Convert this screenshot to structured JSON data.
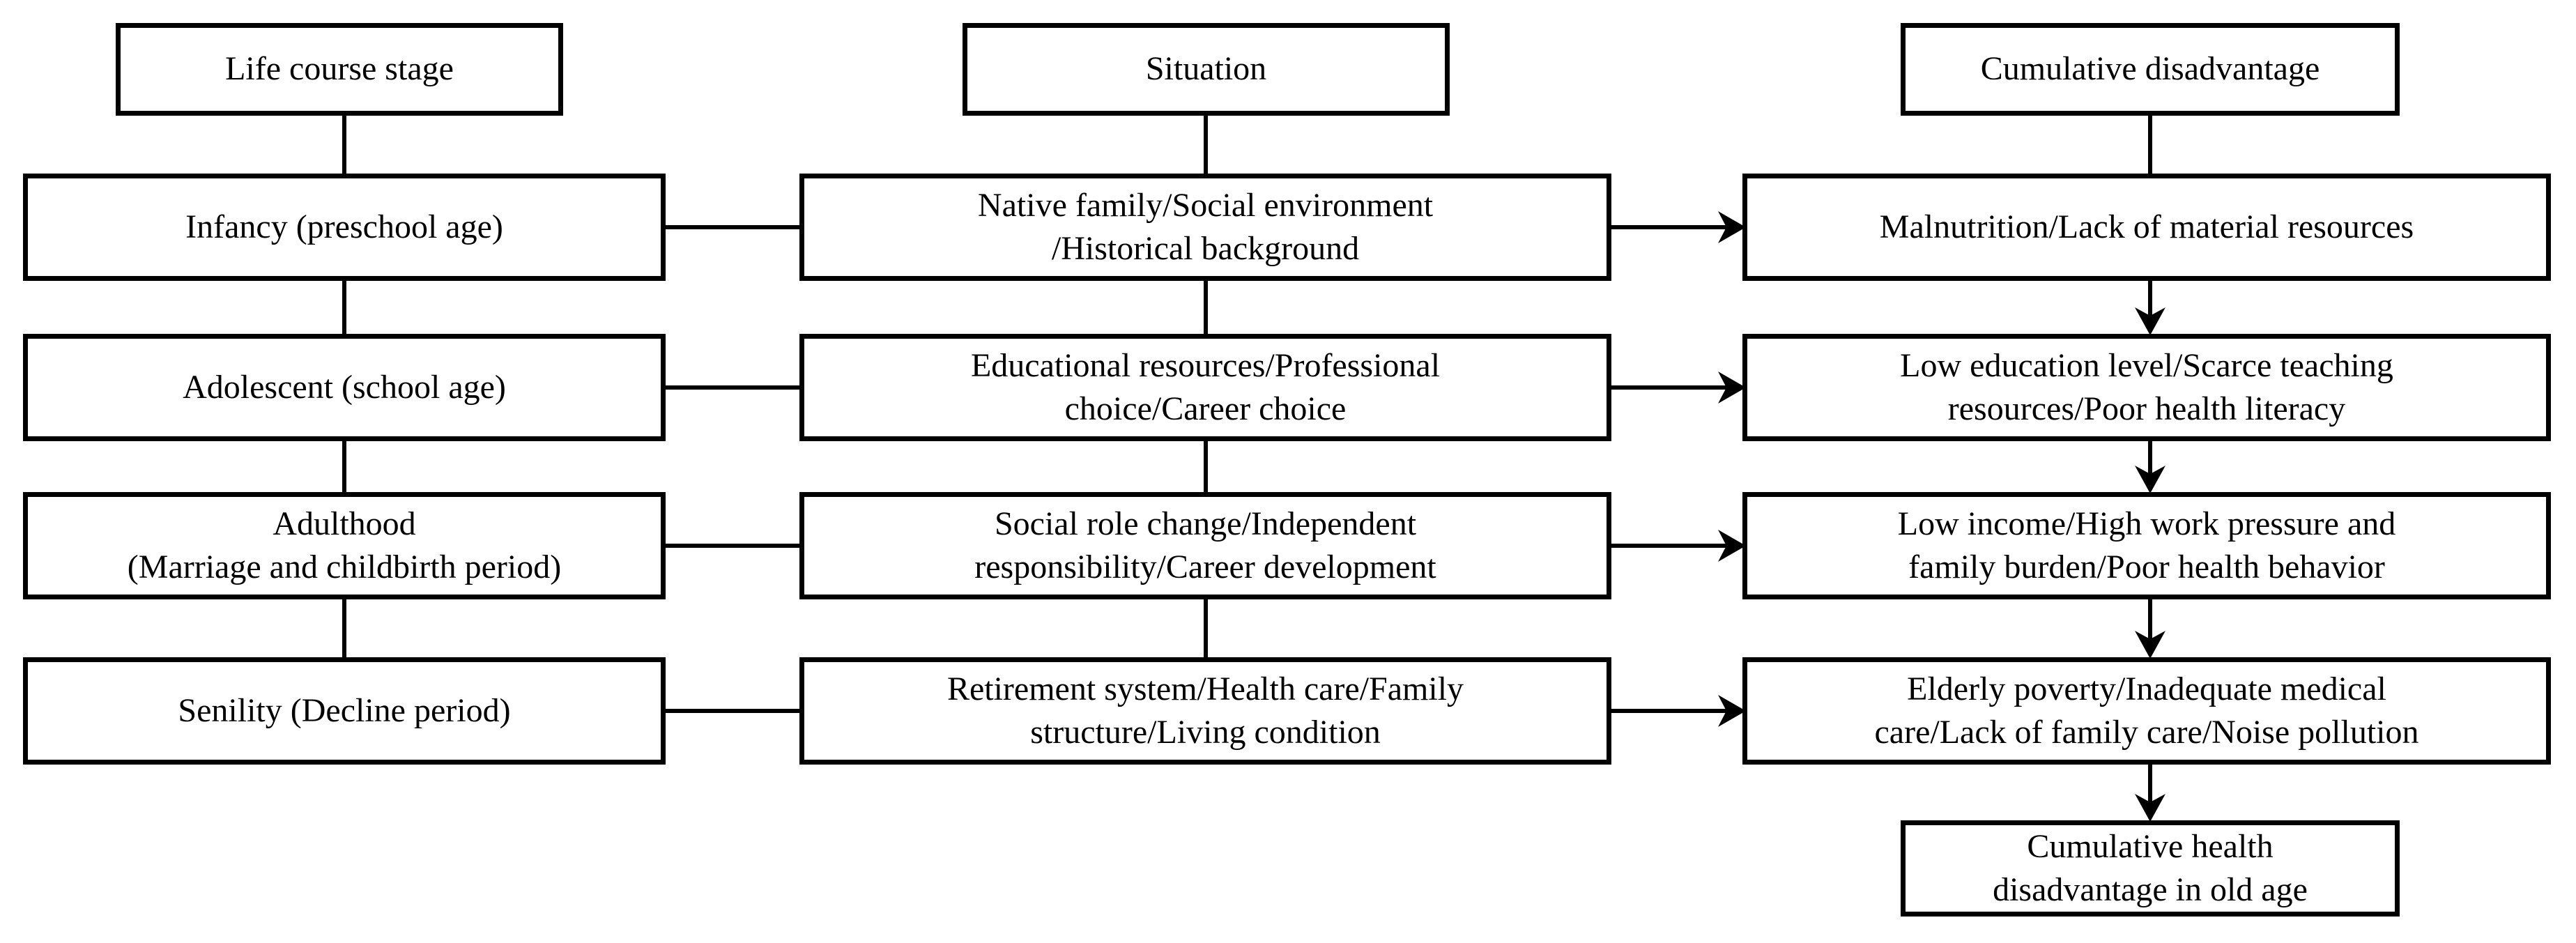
{
  "diagram": {
    "headers": [
      {
        "label": "Life course stage"
      },
      {
        "label": "Situation"
      },
      {
        "label": "Cumulative disadvantage"
      }
    ],
    "rows": [
      {
        "stage_lines": [
          "Infancy (preschool age)"
        ],
        "situation_lines": [
          "Native family/Social environment",
          "/Historical background"
        ],
        "disadvantage_lines": [
          "Malnutrition/Lack of material resources"
        ]
      },
      {
        "stage_lines": [
          "Adolescent (school age)"
        ],
        "situation_lines": [
          "Educational resources/Professional",
          "choice/Career choice"
        ],
        "disadvantage_lines": [
          "Low education level/Scarce teaching",
          "resources/Poor health literacy"
        ]
      },
      {
        "stage_lines": [
          "Adulthood",
          "(Marriage and childbirth period)"
        ],
        "situation_lines": [
          "Social role change/Independent",
          "responsibility/Career development"
        ],
        "disadvantage_lines": [
          "Low income/High work pressure and",
          "family burden/Poor health behavior"
        ]
      },
      {
        "stage_lines": [
          "Senility (Decline period)"
        ],
        "situation_lines": [
          "Retirement system/Health care/Family",
          "structure/Living condition"
        ],
        "disadvantage_lines": [
          "Elderly poverty/Inadequate medical",
          "care/Lack of family care/Noise pollution"
        ]
      }
    ],
    "outcome_lines": [
      "Cumulative health",
      "disadvantage in old age"
    ],
    "colors": {
      "background": "#ffffff",
      "line": "#000000",
      "text": "#000000"
    }
  }
}
